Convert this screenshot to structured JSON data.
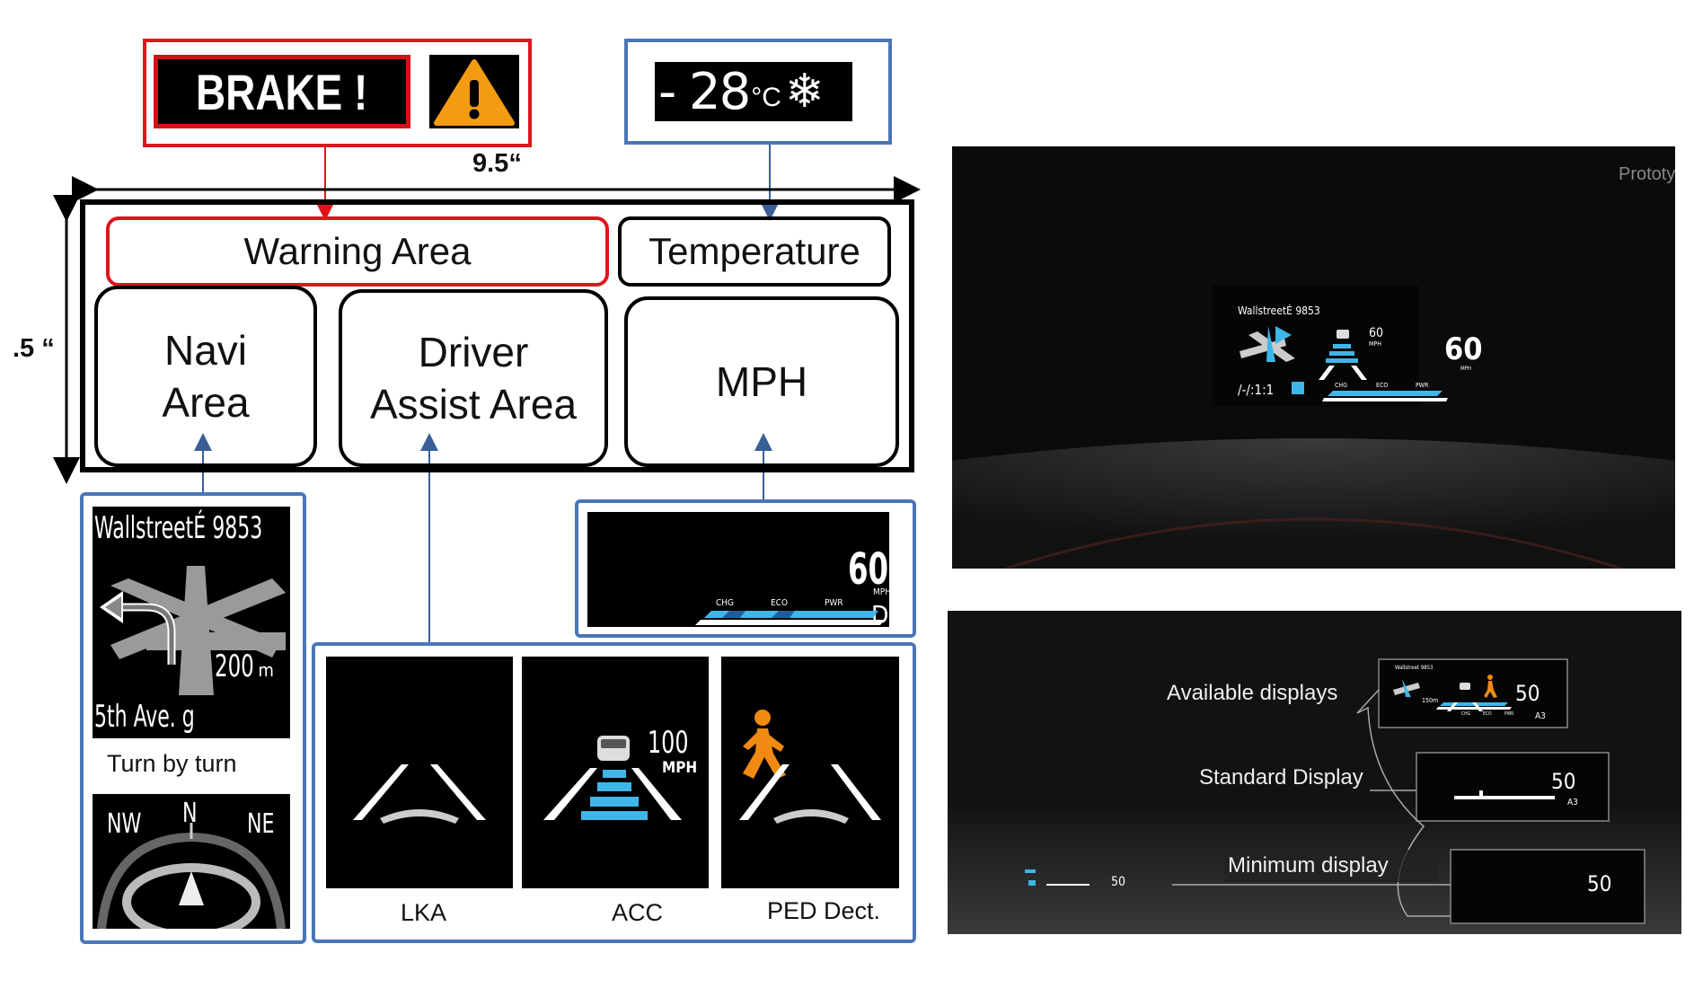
{
  "warning_example": {
    "text": "BRAKE !",
    "icon": "warning-triangle-icon"
  },
  "temperature_example": {
    "text": "- 28",
    "unit": "°C",
    "icon": "snowflake-icon"
  },
  "dimensions": {
    "width": "9.5“",
    "height": ".5 “"
  },
  "layout": {
    "warning_area": "Warning Area",
    "temperature": "Temperature",
    "navi_area_line1": "Navi",
    "navi_area_line2": "Area",
    "driver_assist_line1": "Driver",
    "driver_assist_line2": "Assist Area",
    "mph": "MPH"
  },
  "navi_panel": {
    "street": "WallstreetÉ 9853",
    "distance": "200",
    "distance_unit": "m",
    "next_street": "5th Ave. g",
    "caption": "Turn by turn",
    "compass": {
      "left": "NW",
      "center": "N",
      "right": "NE"
    }
  },
  "speed_panel": {
    "speed": "60",
    "unit": "MPH",
    "gear": "D",
    "bar_labels": [
      "CHG",
      "ECO",
      "PWR"
    ]
  },
  "assist_panels": [
    {
      "caption": "LKA"
    },
    {
      "caption": "ACC",
      "speed": "100",
      "unit": "MPH"
    },
    {
      "caption": "PED Dect."
    }
  ],
  "photo_top": {
    "watermark": "Prototy",
    "street": "WallstreetÉ 9853",
    "set_speed": "60",
    "set_unit": "MPH",
    "speed": "60",
    "unit": "MPH",
    "distance": "/-/:1:1",
    "bar_labels": [
      "CHG",
      "ECO",
      "PWR"
    ]
  },
  "photo_bottom": {
    "available": "Available displays",
    "standard": "Standard Display",
    "minimum": "Minimum display",
    "available_speed": "50",
    "standard_speed": "50",
    "minimum_speed": "50",
    "small_speed": "50",
    "gear_indicator": "A3",
    "street": "Wallstreet 9853",
    "distance": "150m",
    "bar_labels": [
      "CHG",
      "ECO",
      "PWR"
    ]
  },
  "colors": {
    "warning_red": "#e0151c",
    "frame_blue": "#4a76b8",
    "hud_cyan": "#3fb6e8",
    "warning_orange": "#f39c12",
    "pedestrian_orange": "#f08a12"
  }
}
